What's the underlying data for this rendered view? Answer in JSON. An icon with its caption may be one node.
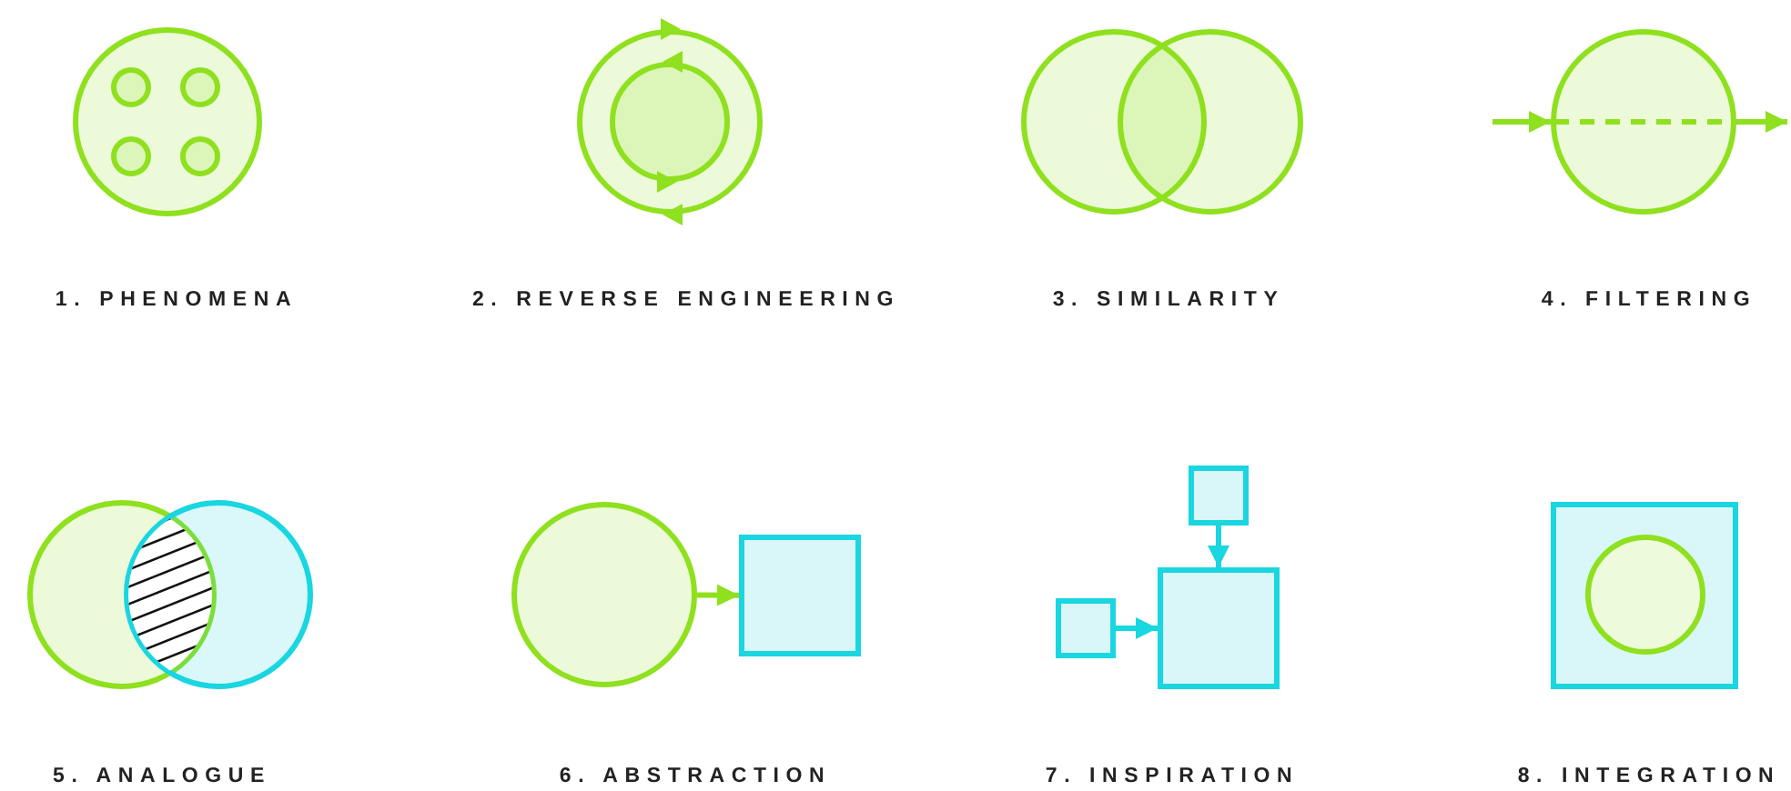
{
  "diagram": {
    "nodes": [
      {
        "text": [],
        "shape": "circle"
      },
      {
        "text": [],
        "shape": "circle",
        "in": 0
      },
      {
        "text": [],
        "shape": "circle",
        "in": 0
      },
      {
        "text": [],
        "shape": "circle",
        "in": 0
      },
      {
        "text": [],
        "shape": "circle",
        "in": 0
      },
      {
        "text": [],
        "shape": "circle"
      },
      {
        "text": [],
        "shape": "circle",
        "in": 5
      },
      {
        "text": [],
        "shape": "circle"
      },
      {
        "text": [],
        "shape": "circle"
      },
      {
        "text": [],
        "shape": "circle"
      },
      {
        "text": [],
        "shape": "circle"
      },
      {
        "text": [],
        "shape": "circle"
      },
      {
        "text": [],
        "shape": "circle"
      },
      {
        "text": [],
        "shape": "box"
      },
      {
        "text": [],
        "shape": "box"
      },
      {
        "text": [],
        "shape": "box"
      },
      {
        "text": [],
        "shape": "box"
      },
      {
        "text": [],
        "shape": "box"
      },
      {
        "text": [],
        "shape": "circle",
        "in": 17
      }
    ],
    "edges": [
      {
        "from": null,
        "to": 9,
        "arrow": "to"
      },
      {
        "from": 9,
        "to": null,
        "arrow": "to"
      },
      {
        "from": 12,
        "to": 13,
        "arrow": "to"
      },
      {
        "from": 14,
        "to": 16,
        "arrow": "to",
        "color": "#19d6e0"
      },
      {
        "from": 15,
        "to": 16,
        "arrow": "to",
        "color": "#19d6e0"
      }
    ],
    "labels": [
      "1. PHENOMENA",
      "2. REVERSE ENGINEERING",
      "3. SIMILARITY",
      "4. FILTERING",
      "5. ANALOGUE",
      "6. ABSTRACTION",
      "7. INSPIRATION",
      "8. INTEGRATION"
    ]
  }
}
